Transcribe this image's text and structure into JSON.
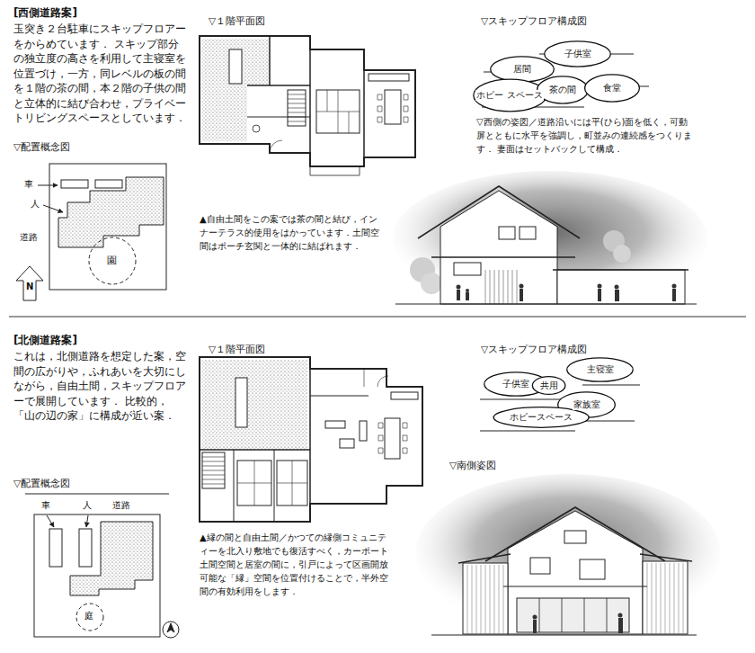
{
  "diagram": {
    "nodes": [
      {
        "text": [
          "子供室"
        ]
      },
      {
        "text": [
          "居間"
        ]
      },
      {
        "text": [
          "ホビー スペース"
        ]
      },
      {
        "text": [
          "茶の間"
        ]
      },
      {
        "text": [
          "食堂"
        ]
      },
      {
        "text": [
          "主寝室"
        ]
      },
      {
        "text": [
          "子供室"
        ]
      },
      {
        "text": [
          "共用"
        ]
      },
      {
        "text": [
          "家族室"
        ]
      },
      {
        "text": [
          "ホビースペース"
        ]
      }
    ],
    "labels": [
      "[西側道路案]",
      "玉突き２台駐車にスキップフロアーをからめています． スキップ部分の独立度の高さを利用して主寝室を位置づけ，一方，同レベルの板の間を１階の茶の間，本２階の子供の間と立体的に結び合わせ，プライベートリビングスペースとしています．",
      "▽配置概念図",
      "車",
      "人",
      "道路",
      "園",
      "N",
      "▽１階平面図",
      "▲自由土間をこの案では茶の間と結び，インナーテラス的使用をはかっています．土間空間はポーチ玄関と一体的に結ばれます．",
      "▽スキップフロア構成図",
      "▽西側の姿図／道路沿いには平(ひら)面を低く，可動屏とともに水平を強調し，町並みの連続感をつくります． 妻面はセットバックして構成．",
      "[北側道路案]",
      "これは，北側道路を想定した案，空間の広がりや，ふれあいを大切にしながら，自由土間，スキップフロアーで展開しています． 比較的，「山の辺の家」に構成が近い案．",
      "▽配置概念図",
      "車",
      "人",
      "道路",
      "庭",
      "▽１階平面図",
      "▲縁の間と自由土間／かつての縁側コミュニティーを北入り敷地でも復活すべく，カーポート土間空間と居室の間に，引戸によって区画開放可能な「縁」空間を位置付けることで，半外空間の有効利用をします．",
      "▽スキップフロア構成図",
      "▽南側姿図"
    ]
  }
}
